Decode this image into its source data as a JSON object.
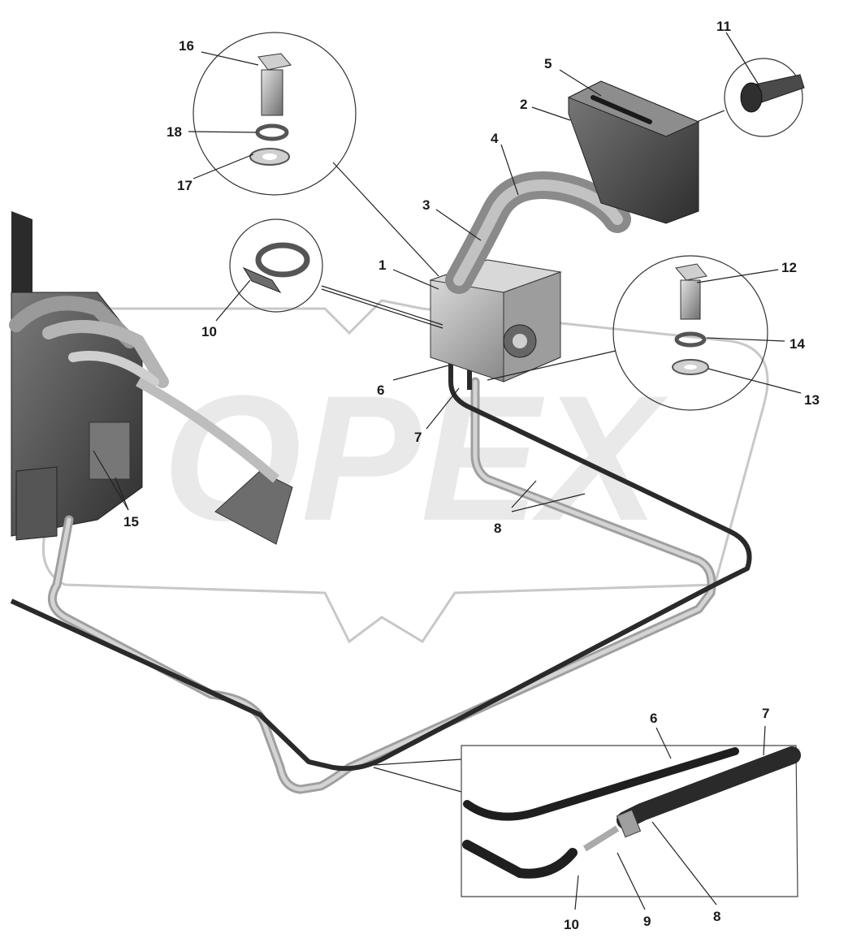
{
  "watermark": {
    "text": "OPEX"
  },
  "callouts": [
    {
      "id": "c16",
      "label": "16"
    },
    {
      "id": "c18",
      "label": "18"
    },
    {
      "id": "c17",
      "label": "17"
    },
    {
      "id": "c5",
      "label": "5"
    },
    {
      "id": "c2",
      "label": "2"
    },
    {
      "id": "c4",
      "label": "4"
    },
    {
      "id": "c3",
      "label": "3"
    },
    {
      "id": "c1",
      "label": "1"
    },
    {
      "id": "c11",
      "label": "11"
    },
    {
      "id": "c12",
      "label": "12"
    },
    {
      "id": "c14",
      "label": "14"
    },
    {
      "id": "c13",
      "label": "13"
    },
    {
      "id": "c10a",
      "label": "10"
    },
    {
      "id": "c6a",
      "label": "6"
    },
    {
      "id": "c7a",
      "label": "7"
    },
    {
      "id": "c8a",
      "label": "8"
    },
    {
      "id": "c15",
      "label": "15"
    },
    {
      "id": "c6b",
      "label": "6"
    },
    {
      "id": "c7b",
      "label": "7"
    },
    {
      "id": "c10b",
      "label": "10"
    },
    {
      "id": "c9",
      "label": "9"
    },
    {
      "id": "c8b",
      "label": "8"
    }
  ],
  "colors": {
    "metal_light": "#bdbdbd",
    "metal_mid": "#8a8a8a",
    "metal_dark": "#3c3c3c",
    "hose_dark": "#2a2a2a",
    "line": "#222222"
  }
}
